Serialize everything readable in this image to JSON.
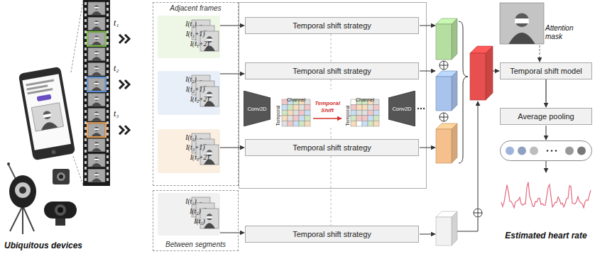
{
  "diagram": {
    "nodes": [
      {
        "text": [
          "Adjacent frames"
        ]
      },
      {
        "text": [
          "I(t₁)",
          "I(t₁+1)",
          "I(t₁+2)"
        ],
        "in": 0
      },
      {
        "text": [
          "I(t₂)",
          "I(t₂+1)",
          "I(t₂+2)"
        ],
        "in": 0
      },
      {
        "text": [
          "I(t₃)",
          "I(t₃+1)",
          "I(t₃+2)"
        ],
        "in": 0
      },
      {
        "text": [
          "Temporal shift strategy"
        ]
      },
      {
        "text": [
          "Temporal shift strategy"
        ]
      },
      {
        "text": [
          "Conv2D"
        ]
      },
      {
        "text": [
          "Conv2D"
        ]
      },
      {
        "text": [
          "Temporal shift strategy"
        ]
      },
      {
        "text": [
          "Between segments"
        ]
      },
      {
        "text": [
          "I(t₁)",
          "I(t₂)",
          "I(t₃)"
        ],
        "in": 9
      },
      {
        "text": [
          "Temporal shift strategy"
        ]
      },
      {
        "text": [
          "Temporal shift model"
        ]
      },
      {
        "text": [
          "Average pooling"
        ]
      }
    ],
    "edges": [
      {
        "from": 1,
        "to": 4,
        "arrow": "to"
      },
      {
        "from": 2,
        "to": 5,
        "arrow": "to"
      },
      {
        "from": 3,
        "to": 8,
        "arrow": "to"
      },
      {
        "from": 10,
        "to": 11,
        "arrow": "to"
      },
      {
        "from": 12,
        "to": 13,
        "arrow": "to"
      }
    ],
    "labels": [
      "t₁",
      "t₂",
      "t₃",
      "Channel",
      "Temporal",
      "Temporal Shift",
      "Channel",
      "Temporal",
      "Attention mask",
      "Ubiquitous devices",
      "Estimated heart rate"
    ]
  }
}
